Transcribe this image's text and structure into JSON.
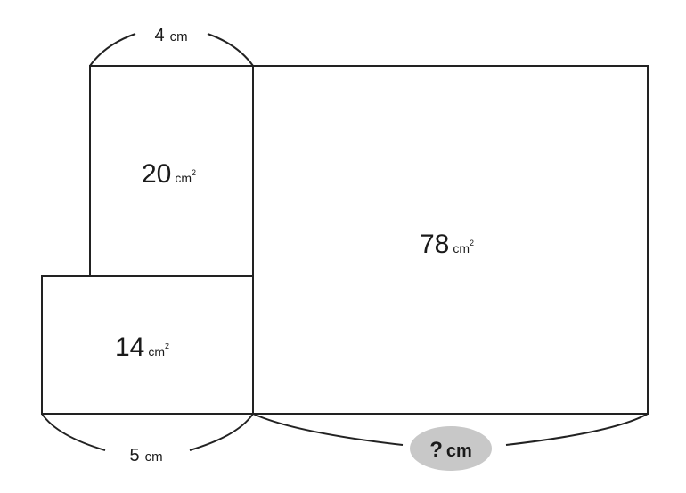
{
  "diagram": {
    "top_dimension": {
      "value": "4",
      "unit": "cm"
    },
    "bottom_left_dimension": {
      "value": "5",
      "unit": "cm"
    },
    "unknown_dimension": {
      "value": "?",
      "unit": "cm"
    },
    "regions": {
      "top_left": {
        "value": "20",
        "unit": "cm",
        "exponent": "2"
      },
      "bottom_left": {
        "value": "14",
        "unit": "cm",
        "exponent": "2"
      },
      "right": {
        "value": "78",
        "unit": "cm",
        "exponent": "2"
      }
    },
    "colors": {
      "line": "#222222",
      "highlight": "#c8c8c8"
    }
  }
}
